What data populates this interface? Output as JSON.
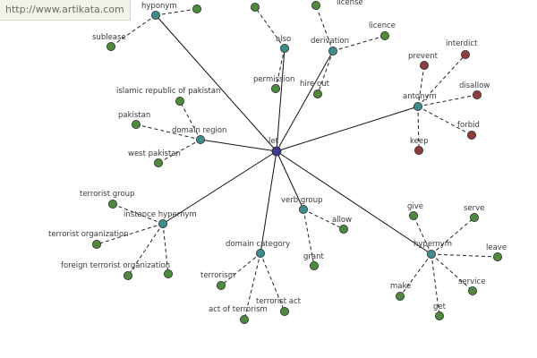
{
  "watermark": "http://www.artikata.com",
  "colors": {
    "center": "#3d3d8f",
    "hub": "#3f8c8c",
    "leaf": "#4e8a3e",
    "antonym_leaf": "#8f3c3c",
    "edge": "#111111"
  },
  "center": {
    "label": "let"
  },
  "hubs": [
    {
      "id": "hypernym_top",
      "label": "hyponym",
      "leaves": [
        {
          "label": "",
          "kind": "leaf"
        },
        {
          "label": "sublease",
          "kind": "leaf"
        }
      ]
    },
    {
      "id": "also",
      "label": "also",
      "leaves": [
        {
          "label": "",
          "kind": "leaf"
        },
        {
          "label": "permission",
          "kind": "leaf"
        }
      ]
    },
    {
      "id": "derivation",
      "label": "derivation",
      "leaves": [
        {
          "label": "license",
          "kind": "leaf"
        },
        {
          "label": "licence",
          "kind": "leaf"
        },
        {
          "label": "hire out",
          "kind": "leaf"
        }
      ]
    },
    {
      "id": "antonym",
      "label": "antonym",
      "leaves": [
        {
          "label": "prevent",
          "kind": "antonym_leaf"
        },
        {
          "label": "interdict",
          "kind": "antonym_leaf"
        },
        {
          "label": "disallow",
          "kind": "antonym_leaf"
        },
        {
          "label": "forbid",
          "kind": "antonym_leaf"
        },
        {
          "label": "keep",
          "kind": "antonym_leaf"
        }
      ]
    },
    {
      "id": "domain_region",
      "label": "domain region",
      "leaves": [
        {
          "label": "islamic republic of pakistan",
          "kind": "leaf"
        },
        {
          "label": "pakistan",
          "kind": "leaf"
        },
        {
          "label": "west pakistan",
          "kind": "leaf"
        }
      ]
    },
    {
      "id": "instance_hypernym",
      "label": "instance hypernym",
      "leaves": [
        {
          "label": "terrorist group",
          "kind": "leaf"
        },
        {
          "label": "terrorist organization",
          "kind": "leaf"
        },
        {
          "label": "foreign terrorist organization",
          "kind": "leaf"
        },
        {
          "label": "",
          "kind": "leaf"
        }
      ]
    },
    {
      "id": "verb_group",
      "label": "verb group",
      "leaves": [
        {
          "label": "allow",
          "kind": "leaf"
        },
        {
          "label": "grant",
          "kind": "leaf"
        }
      ]
    },
    {
      "id": "domain_category",
      "label": "domain category",
      "leaves": [
        {
          "label": "terrorism",
          "kind": "leaf"
        },
        {
          "label": "act of terrorism",
          "kind": "leaf"
        },
        {
          "label": "terrorist act",
          "kind": "leaf"
        }
      ]
    },
    {
      "id": "hypernym",
      "label": "hypernym",
      "leaves": [
        {
          "label": "give",
          "kind": "leaf"
        },
        {
          "label": "serve",
          "kind": "leaf"
        },
        {
          "label": "leave",
          "kind": "leaf"
        },
        {
          "label": "service",
          "kind": "leaf"
        },
        {
          "label": "get",
          "kind": "leaf"
        },
        {
          "label": "make",
          "kind": "leaf"
        }
      ]
    }
  ]
}
